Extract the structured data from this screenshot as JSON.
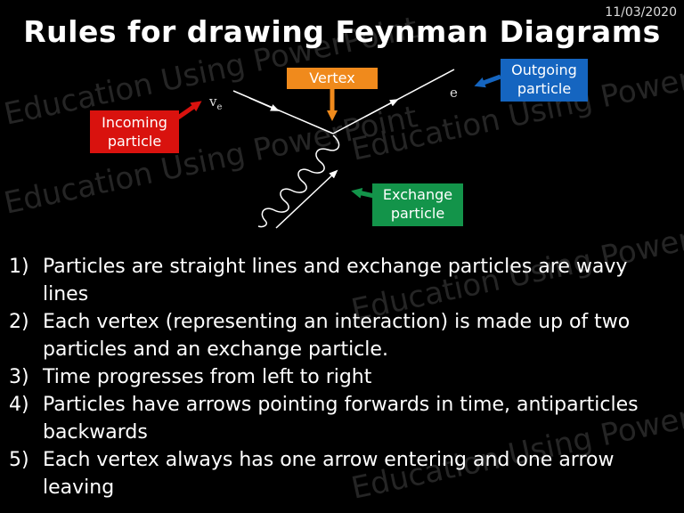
{
  "date": "11/03/2020",
  "title": "Rules for drawing Feynman Diagrams",
  "watermark": "Education Using PowerPoint",
  "diagram": {
    "incoming_symbol": "v",
    "incoming_subscript": "e",
    "outgoing_symbol": "e",
    "labels": {
      "vertex": "Vertex",
      "outgoing_line1": "Outgoing",
      "outgoing_line2": "particle",
      "incoming_line1": "Incoming",
      "incoming_line2": "particle",
      "exchange_line1": "Exchange",
      "exchange_line2": "particle"
    },
    "colors": {
      "vertex": "#f08a1c",
      "outgoing": "#1565c0",
      "incoming": "#d9120e",
      "exchange": "#13944a"
    }
  },
  "rules": [
    {
      "num": "1)",
      "text": "Particles are straight lines and exchange particles are wavy lines"
    },
    {
      "num": "2)",
      "text": "Each vertex (representing an  interaction) is made up of two particles and an exchange particle."
    },
    {
      "num": "3)",
      "text": "Time progresses from left to right"
    },
    {
      "num": "4)",
      "text": "Particles have arrows pointing forwards in time, antiparticles backwards"
    },
    {
      "num": "5)",
      "text": "Each vertex always has one arrow entering and one arrow leaving"
    }
  ]
}
